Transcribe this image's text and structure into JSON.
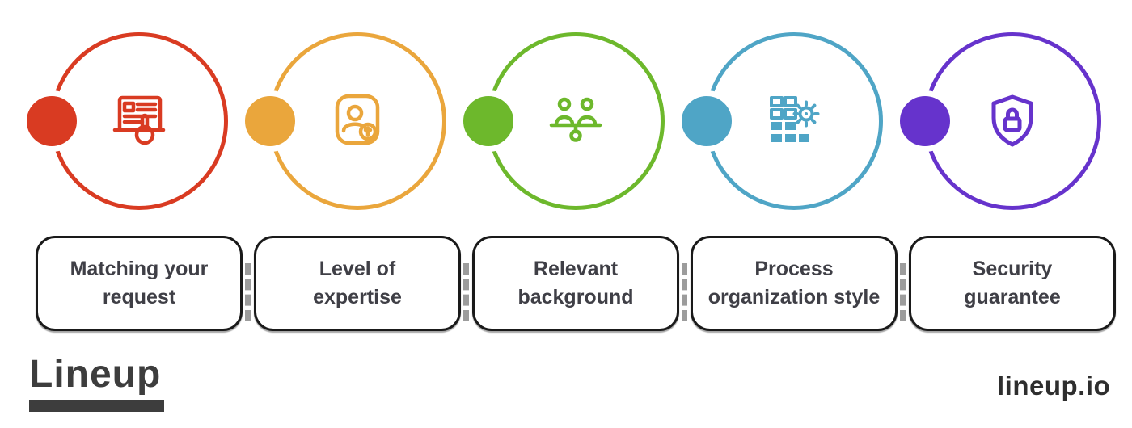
{
  "steps": [
    {
      "label": "Matching your request",
      "label_lines": [
        "Matching your",
        "request"
      ],
      "color": "#d93b22",
      "icon": "request-form-hand-icon"
    },
    {
      "label": "Level of expertise",
      "label_lines": [
        "Level of",
        "expertise"
      ],
      "color": "#eaa63c",
      "icon": "expertise-badge-icon"
    },
    {
      "label": "Relevant background",
      "label_lines": [
        "Relevant",
        "background"
      ],
      "color": "#6db82c",
      "icon": "team-background-icon"
    },
    {
      "label": "Process organization style",
      "label_lines": [
        "Process",
        "organization style"
      ],
      "color": "#4fa5c6",
      "icon": "process-board-gear-icon"
    },
    {
      "label": "Security guarantee",
      "label_lines": [
        "Security",
        "guarantee"
      ],
      "color": "#6633cc",
      "icon": "shield-lock-icon"
    }
  ],
  "footer": {
    "brand": "Lineup",
    "website": "lineup.io"
  },
  "colors": {
    "background": "#ffffff",
    "card_bg": "#ffffff",
    "card_border": "#1a1a1a",
    "label_text": "#3f3f46",
    "connector": "#9c9c9c",
    "brand_text": "#3d3d3d",
    "website_text": "#2e2e2e"
  }
}
